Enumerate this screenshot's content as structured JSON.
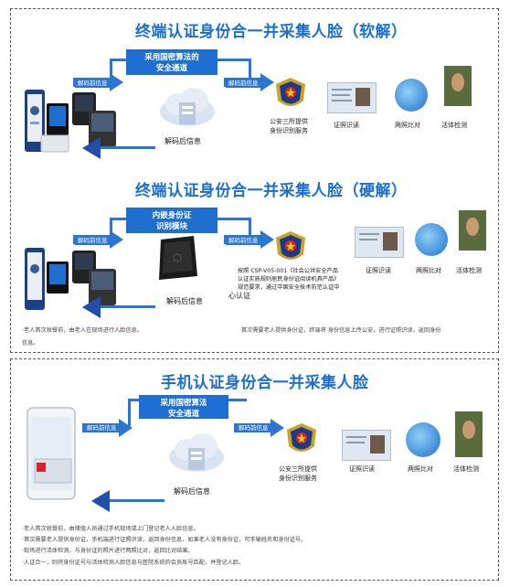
{
  "section1": {
    "title": "终端认证身份合一并采集人脸（软解）",
    "channel_box": "采用国密算法的\n安全通道",
    "tag_left": "解码前信息",
    "tag_right": "解码前信息",
    "cloud_label": "解码后信息",
    "police_label": "公安三所提供\n身份识别服务",
    "idcard_label": "证照识读",
    "face_compare_label": "两照比对",
    "liveness_label": "活体检测"
  },
  "section2": {
    "title": "终端认证身份合一并采集人脸（硬解）",
    "module_box": "内嵌身份证\n识别模块",
    "tag_left": "解码前信息",
    "tag_right": "解码前信息",
    "reader_label": "解码后信息",
    "standard_text_1": "按照 CSP-V05-001《社会公共安全产品",
    "standard_text_2": "认证实施规则居民身份证阅读机具产品》",
    "standard_text_3": "规范要求，通过中国安全技术防范认证中",
    "standard_text_4": "心认证",
    "idcard_label": "证照识读",
    "face_compare_label": "两照比对",
    "liveness_label": "活体检测",
    "note_left_1": "·老人首次就餐前，由老人在现场进行人脸信息。",
    "note_left_2": "信息。",
    "note_right": "·首次需要老人提供身份证，终端将      身份信息上传公安，进行证照识读，返回身份"
  },
  "section3": {
    "title": "手机认证身份合一并采集人脸",
    "channel_box": "采用国密算法\n安全通道",
    "tag_left": "解码前信息",
    "tag_right": "解码前信息",
    "cloud_label": "解码后信息",
    "police_label": "公安三所提供\n身份识别服务",
    "idcard_label": "证照识读",
    "face_compare_label": "两照比对",
    "liveness_label": "活体检测",
    "notes": [
      "·老人首次就餐前，由储值人员通过手机现场或上门登记老人人脸信息。",
      "·首次需要老人提供身份证，手机端进行证照识读，返回身份信息，如果老人没有身份证，可手输姓名和身份证号。",
      "·现场进行活体检测，与身份证的照片进行两照比对，返回比对结果。",
      "·人证合一，则将身份证号与活体检测人脸信息与医院系统的会员账号匹配，并登记人脸。"
    ]
  },
  "colors": {
    "accent": "#1f6fd0",
    "title": "#1b6fcf",
    "border": "#555555"
  }
}
